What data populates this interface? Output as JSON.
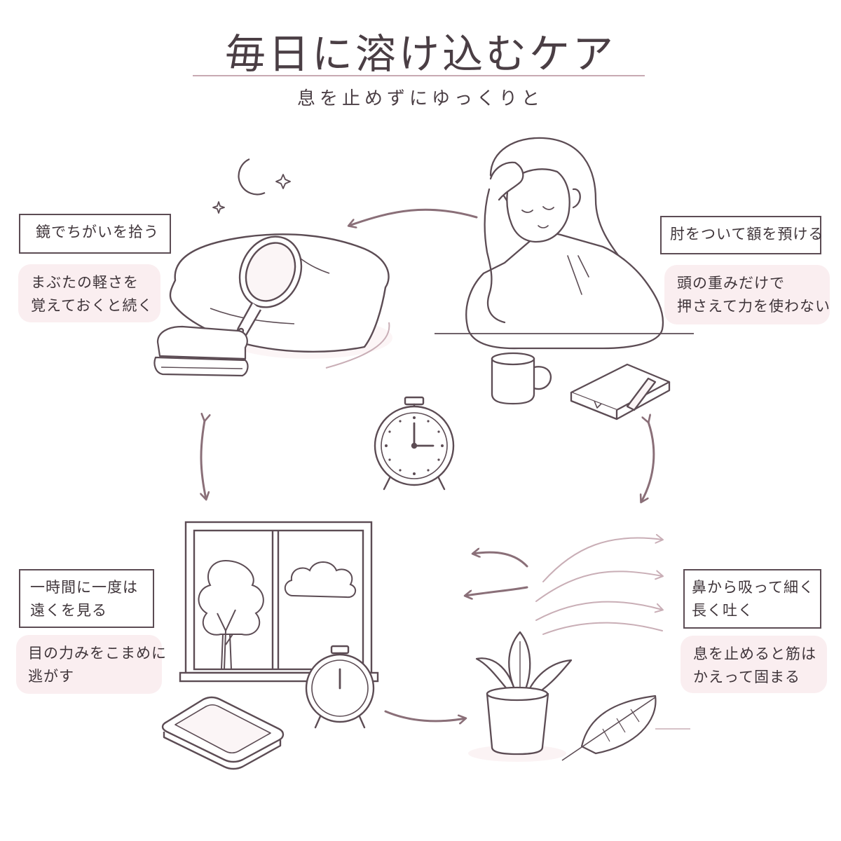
{
  "header": {
    "title": "毎日に溶け込むケア",
    "subtitle": "息を止めずにゆっくりと"
  },
  "steps": {
    "top_left": {
      "label": "鏡でちがいを拾う",
      "note_lines": [
        "まぶたの軽さを",
        "覚えておくと続く"
      ]
    },
    "top_right": {
      "label": "肘をついて額を預ける",
      "note_lines": [
        "頭の重みだけで",
        "押さえて力を使わない"
      ]
    },
    "bottom_left": {
      "label_lines": [
        "一時間に一度は",
        "遠くを見る"
      ],
      "note_lines": [
        "目の力みをこまめに",
        "逃がす"
      ]
    },
    "bottom_right": {
      "label_lines": [
        "鼻から吸って細く",
        "長く吐く"
      ],
      "note_lines": [
        "息を止めると筋は",
        "かえって固まる"
      ]
    }
  },
  "colors": {
    "ink": "#4a3e44",
    "line": "#5c4c54",
    "arrow": "#8a6f78",
    "accent_pink": "#faeef0",
    "rule": "#c8a9b2"
  },
  "icons": [
    "moon-icon",
    "sparkle-icon",
    "pillow-icon",
    "hand-mirror-icon",
    "towel-icon",
    "woman-illustration",
    "mug-icon",
    "notebook-icon",
    "alarm-clock-icon",
    "window-icon",
    "tree-icon",
    "cloud-icon",
    "tablet-icon",
    "plant-icon",
    "feather-icon",
    "breath-lines-icon",
    "cycle-arrow-icon"
  ]
}
